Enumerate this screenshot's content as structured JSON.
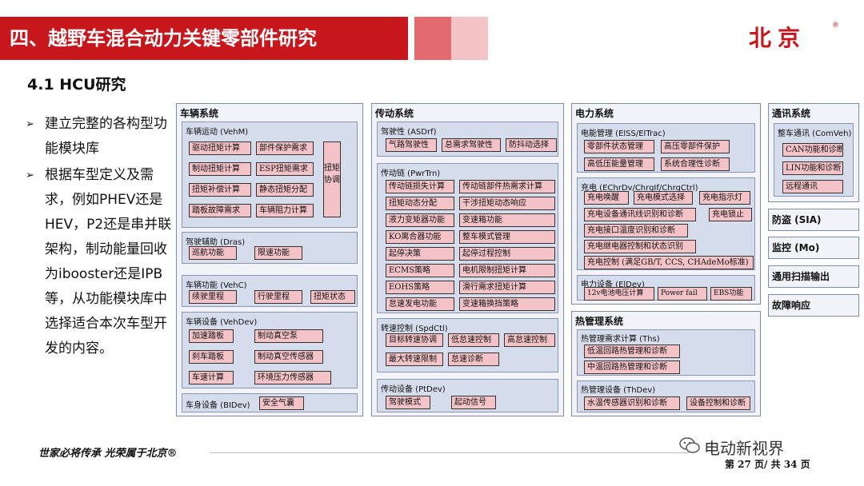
{
  "header": {
    "title": "四、越野车混合动力关键零部件研究",
    "logo": "北京",
    "logo_mark": "®",
    "subtitle": "4.1 HCU研究"
  },
  "bullets": [
    {
      "marker": "➢",
      "text": "建立完整的各构型功能模块库"
    },
    {
      "marker": "➢",
      "text": "根据车型定义及需求，例如PHEV还是HEV，P2还是串并联架构，制动能量回收为ibooster还是IPB等，从功能模块库中选择适合本次车型开发的内容。"
    }
  ],
  "vehicle": {
    "title": "车辆系统",
    "vehm": {
      "title": "车辆运动 (VehM)",
      "items": [
        "驱动扭矩计算",
        "部件保护需求",
        "制动扭矩计算",
        "ESP扭矩需求",
        "扭矩补偿计算",
        "静态扭矩分配",
        "踏板故障需求",
        "车辆阻力计算"
      ],
      "vertical": "扭矩协调"
    },
    "dras": {
      "title": "驾驶辅助 (Dras)",
      "items": [
        "巡航功能",
        "限速功能"
      ]
    },
    "vehc": {
      "title": "车辆功能 (VehC)",
      "items": [
        "续驶里程",
        "行驶里程",
        "扭矩状态"
      ]
    },
    "vehdev": {
      "title": "车辆设备 (VehDev)",
      "items": [
        "加速踏板",
        "制动真空泵",
        "刹车踏板",
        "制动真空传感器",
        "车速计算",
        "环境压力传感器"
      ]
    },
    "bidev": {
      "title": "车身设备 (BIDev)",
      "items": [
        "安全气囊"
      ]
    }
  },
  "drivetrain": {
    "title": "传动系统",
    "asdrf": {
      "title": "驾驶性 (ASDrf)",
      "items": [
        "气路驾驶性",
        "总需求驾驶性",
        "防抖动选择"
      ]
    },
    "pwrtrn": {
      "title": "传动链 (PwrTrn)",
      "items": [
        "传动链损失计算",
        "传动链部件热需求计算",
        "扭矩动态分配",
        "干涉扭矩动态响应",
        "液力变矩器功能",
        "变速箱功能",
        "KO离合器功能",
        "整车模式管理",
        "起停决策",
        "起停过程控制",
        "ECMS策略",
        "电机限制扭矩计算",
        "EOHS策略",
        "滑行需求扭矩计算",
        "怠速发电功能",
        "变速箱换挡策略"
      ]
    },
    "spdctl": {
      "title": "转速控制 (SpdCtl)",
      "items": [
        "目标转速协调",
        "低怠速控制",
        "高怠速控制",
        "最大转速限制",
        "怠速诊断"
      ]
    },
    "ptdev": {
      "title": "传动设备 (PtDev)",
      "items": [
        "驾驶模式",
        "起动信号"
      ]
    }
  },
  "power": {
    "title": "电力系统",
    "elss": {
      "title": "电能管理 (ElSS/ElTrac)",
      "items": [
        "零部件状态管理",
        "高压零部件保护",
        "高低压能量管理",
        "系统合理性诊断"
      ]
    },
    "charge": {
      "title": "充电 (EChrDv/ChrgIf/ChrgCtrl)",
      "items": [
        "充电唤醒",
        "充电模式选择",
        "充电指示灯",
        "充电设备通讯线识别和诊断",
        "充电锁止",
        "充电接口温度识别和诊断",
        "充电继电器控制和状态识别",
        "充电控制 (满足GB/T, CCS, CHAdeMo标准)"
      ]
    },
    "eldev": {
      "title": "电力设备 (ElDev)",
      "items": [
        "12v电池电压计算",
        "Power fail",
        "EBS功能"
      ]
    }
  },
  "thermal": {
    "title": "热管理系统",
    "ths": {
      "title": "热管理需求计算 (Ths)",
      "items": [
        "低温回路热管理和诊断",
        "中温回路热管理和诊断"
      ]
    },
    "thdev": {
      "title": "热管理设备 (ThDev)",
      "items": [
        "水温传感器识别和诊断",
        "设备控制和诊断"
      ]
    }
  },
  "comm": {
    "title": "通讯系统",
    "comveh": {
      "title": "整车通讯 (ComVeh)",
      "items": [
        "CAN功能和诊断",
        "LIN功能和诊断",
        "远程通讯"
      ]
    }
  },
  "others": [
    "防盗 (SIA)",
    "监控 (Mo)",
    "通用扫描输出",
    "故障响应"
  ],
  "footer": {
    "slogan": "世家必将传承 光荣属于北京®",
    "watermark": "电动新视界",
    "page": "第 27 页/ 共 34 页"
  },
  "colors": {
    "brand_red": "#c8161d",
    "item_fill": "#f4c3c8",
    "panel_fill": "#f1f3f8",
    "sub_fill": "#d5dcec"
  }
}
